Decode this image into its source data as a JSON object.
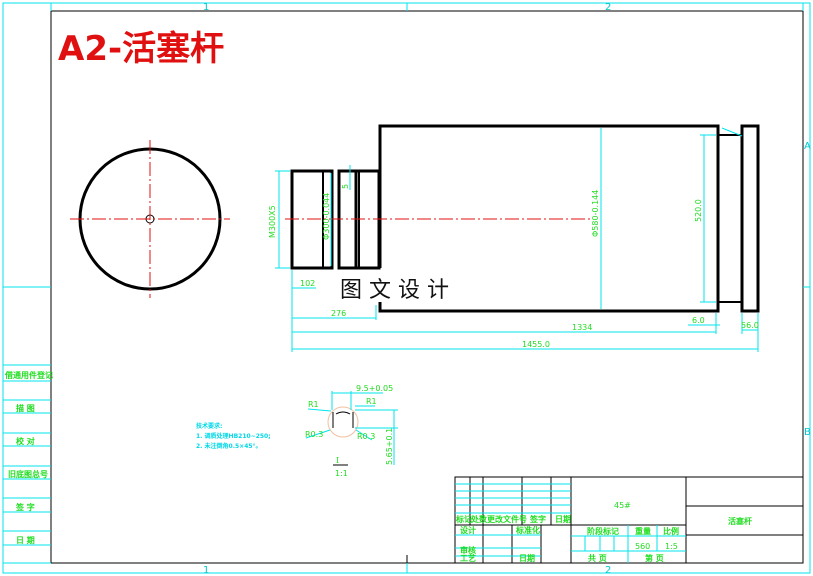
{
  "title": "A2-活塞杆",
  "watermark": "图 文 设 计",
  "zones": {
    "top": [
      "1",
      "2"
    ],
    "bottom": [
      "1",
      "2"
    ],
    "right": [
      "A",
      "B"
    ]
  },
  "left_strip": [
    "借通用件登记",
    "描 图",
    "校 对",
    "旧底图总号",
    "签 字",
    "日 期"
  ],
  "dimensions": {
    "thread": "M300X5",
    "shaft_dia": "Φ300-0.044",
    "groove_width": "5",
    "body_dia": "Φ580-0.144",
    "flange_inner": "520.0",
    "len_102": "102",
    "len_276": "276",
    "len_1334": "1334",
    "len_6": "6.0",
    "len_56": "56.0",
    "len_total": "1455.0"
  },
  "notes": [
    "技术要求:",
    "1. 调质处理HB210~250;",
    "2. 未注倒角0.5×45°。"
  ],
  "detail": {
    "width": "9.5+0.05",
    "r1_left": "R1",
    "r1_right": "R1",
    "r03_left": "R0.3",
    "r03_right": "R0.3",
    "depth": "5.65+0.1",
    "label": "I",
    "scale": "1:1"
  },
  "title_block": {
    "material": "45#",
    "part_name": "活塞杆",
    "headers": [
      "标记",
      "处数",
      "更改文件号",
      "签字",
      "日期"
    ],
    "rows": [
      "设计",
      "标准化",
      "审核",
      "工艺",
      "日期"
    ],
    "stage_mark": "阶段标记",
    "weight_label": "重量",
    "scale_label": "比例",
    "weight": "560",
    "scale": "1:5",
    "total_pages": "共 页",
    "page_no": "第 页"
  },
  "colors": {
    "frame": "#00e5ee",
    "dimension": "#22dd22",
    "centerline": "#e01010",
    "title": "#e01010"
  }
}
